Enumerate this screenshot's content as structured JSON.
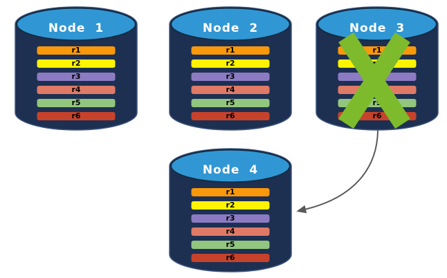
{
  "colors": {
    "cylinder-body": "#1E3051",
    "cylinder-edge": "#3E5681",
    "cylinder-top": "#3097D4",
    "cylinder-top-edge": "#152C44",
    "row-border": "#1E3051",
    "row-text": "#000000",
    "title-text": "#FFFFFF",
    "failure-x": "#7DBB2C",
    "arrow": "#595959"
  },
  "nodes": [
    {
      "title": "Node 1",
      "has_failure_x": false,
      "rows": [
        {
          "label": "r1",
          "color": "#F9980B"
        },
        {
          "label": "r2",
          "color": "#FDF303"
        },
        {
          "label": "r3",
          "color": "#8C7BC3"
        },
        {
          "label": "r4",
          "color": "#DF7A67"
        },
        {
          "label": "r5",
          "color": "#92C57E"
        },
        {
          "label": "r6",
          "color": "#C7422B"
        }
      ]
    },
    {
      "title": "Node 2",
      "has_failure_x": false,
      "rows": [
        {
          "label": "r1",
          "color": "#F9980B"
        },
        {
          "label": "r2",
          "color": "#FDF303"
        },
        {
          "label": "r3",
          "color": "#8C7BC3"
        },
        {
          "label": "r4",
          "color": "#DF7A67"
        },
        {
          "label": "r5",
          "color": "#92C57E"
        },
        {
          "label": "r6",
          "color": "#C7422B"
        }
      ]
    },
    {
      "title": "Node 3",
      "has_failure_x": true,
      "rows": [
        {
          "label": "r1",
          "color": "#F9980B"
        },
        {
          "label": "r2",
          "color": "#FDF303"
        },
        {
          "label": "r3",
          "color": "#8C7BC3"
        },
        {
          "label": "r4",
          "color": "#DF7A67"
        },
        {
          "label": "r5",
          "color": "#92C57E"
        },
        {
          "label": "r6",
          "color": "#C7422B"
        }
      ]
    },
    {
      "title": "Node 4",
      "has_failure_x": false,
      "rows": [
        {
          "label": "r1",
          "color": "#F9980B"
        },
        {
          "label": "r2",
          "color": "#FDF303"
        },
        {
          "label": "r3",
          "color": "#8C7BC3"
        },
        {
          "label": "r4",
          "color": "#DF7A67"
        },
        {
          "label": "r5",
          "color": "#92C57E"
        },
        {
          "label": "r6",
          "color": "#C7422B"
        }
      ]
    }
  ]
}
